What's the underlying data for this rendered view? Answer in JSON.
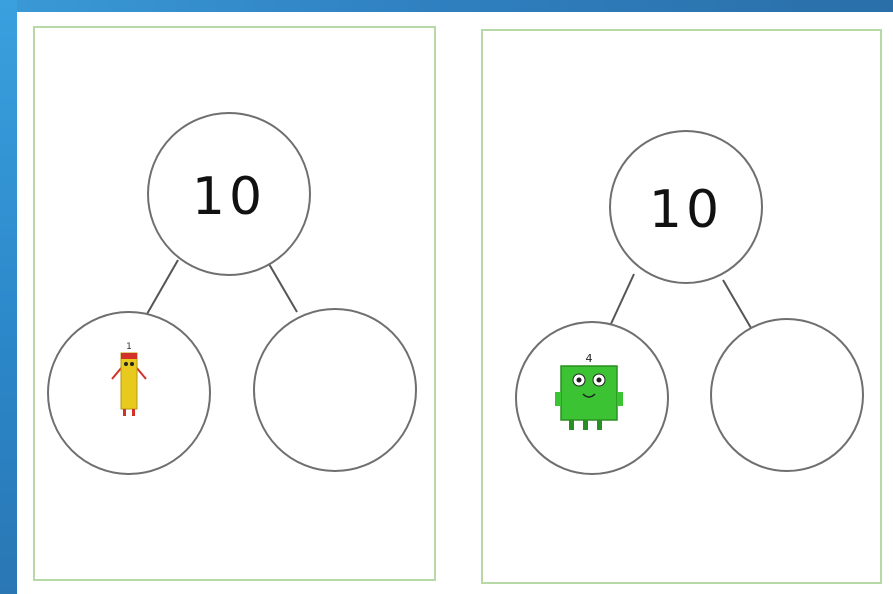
{
  "colors": {
    "edge": "#2f86c8",
    "card_border": "#b6d9a5",
    "circle_stroke": "#6f6f6f",
    "line_stroke": "#555555",
    "numberblock_one": "#e8c91e",
    "numberblock_one_accent": "#d2312a",
    "numberblock_four": "#3cc334"
  },
  "cards": [
    {
      "whole": "10",
      "part_left_character": "numberblock-one",
      "part_left_label": "1",
      "part_right": ""
    },
    {
      "whole": "10",
      "part_left_character": "numberblock-four",
      "part_left_label": "4",
      "part_right": ""
    }
  ]
}
